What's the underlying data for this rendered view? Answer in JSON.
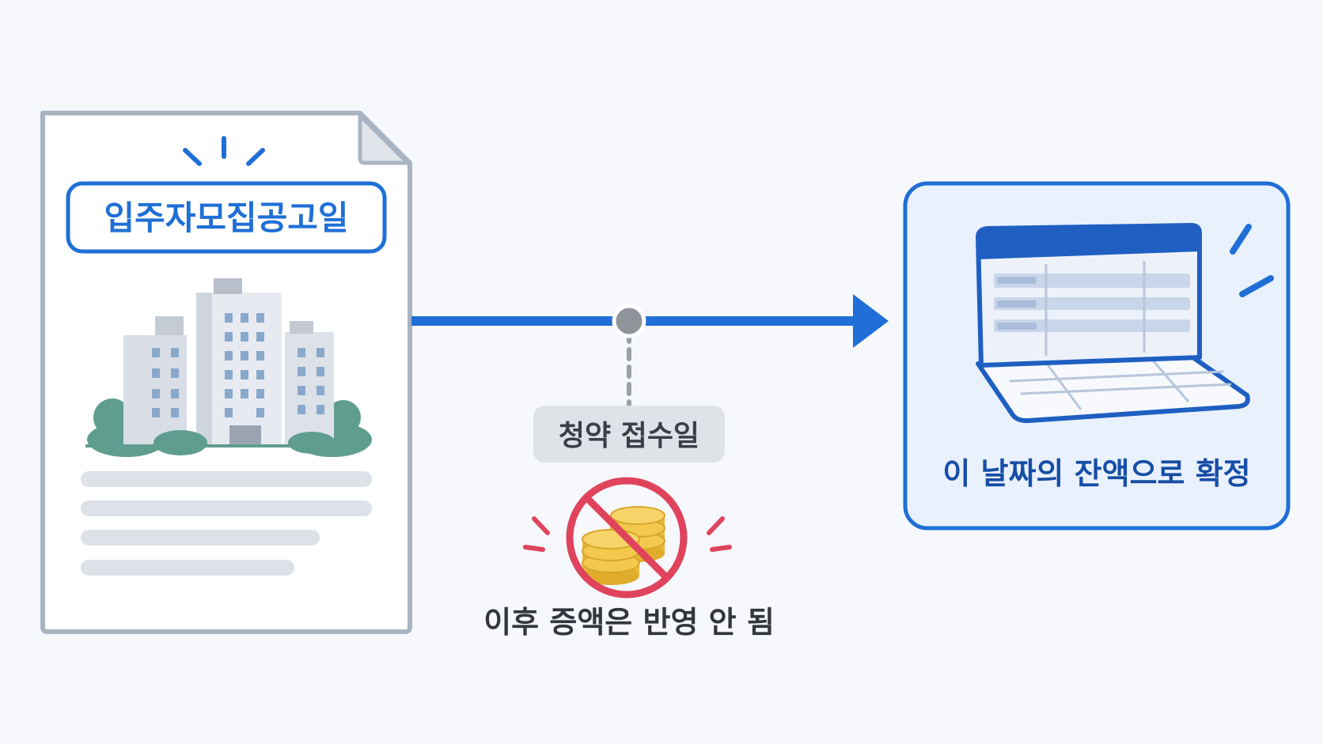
{
  "document": {
    "title": "입주자모집공고일"
  },
  "timeline": {
    "point_label": "청약 접수일",
    "note": "이후 증액은 반영 안 됨"
  },
  "result": {
    "caption": "이 날짜의 잔액으로 확정"
  },
  "colors": {
    "primary_blue": "#1f6fd6",
    "dark_blue": "#174ea6",
    "doc_border": "#a9b4c2",
    "label_bg": "#dfe3e8",
    "prohibit_red": "#e0435c",
    "coin_gold": "#f2c94c",
    "tree_green": "#5f9e8f"
  },
  "icons": [
    "document-icon",
    "buildings-icon",
    "prohibit-coins-icon",
    "laptop-ledger-icon"
  ]
}
